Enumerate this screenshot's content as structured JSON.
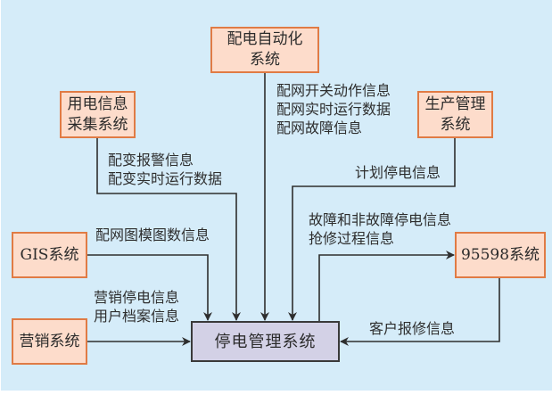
{
  "colors": {
    "background": "#d5ecf9",
    "source_box_fill": "#fddccb",
    "source_box_border": "#e07b45",
    "center_box_fill": "#d3d1e6",
    "line": "#2e2e2e"
  },
  "nodes": {
    "distribution_automation": {
      "lines": [
        "配电自动化",
        "系统"
      ]
    },
    "power_consumption": {
      "lines": [
        "用电信息",
        "采集系统"
      ]
    },
    "production_management": {
      "lines": [
        "生产管理",
        "系统"
      ]
    },
    "gis": {
      "lines": [
        "GIS系统"
      ]
    },
    "marketing": {
      "lines": [
        "营销系统"
      ]
    },
    "call_center": {
      "lines": [
        "95598系统"
      ]
    },
    "outage_management": {
      "lines": [
        "停电管理系统"
      ]
    }
  },
  "edges": {
    "distribution_automation": {
      "from": "配电自动化系统",
      "to": "停电管理系统",
      "labels": [
        "配网开关动作信息",
        "配网实时运行数据",
        "配网故障信息"
      ]
    },
    "power_consumption": {
      "from": "用电信息采集系统",
      "to": "停电管理系统",
      "labels": [
        "配变报警信息",
        "配变实时运行数据"
      ]
    },
    "production_management": {
      "from": "生产管理系统",
      "to": "停电管理系统",
      "labels": [
        "计划停电信息"
      ]
    },
    "gis": {
      "from": "GIS系统",
      "to": "停电管理系统",
      "labels": [
        "配网图模图数信息"
      ]
    },
    "marketing": {
      "from": "营销系统",
      "to": "停电管理系统",
      "labels": [
        "营销停电信息",
        "用户档案信息"
      ]
    },
    "to_call_center": {
      "from": "停电管理系统",
      "to": "95598系统",
      "labels": [
        "故障和非故障停电信息",
        "抢修过程信息"
      ]
    },
    "call_center": {
      "from": "95598系统",
      "to": "停电管理系统",
      "labels": [
        "客户报修信息"
      ]
    }
  }
}
